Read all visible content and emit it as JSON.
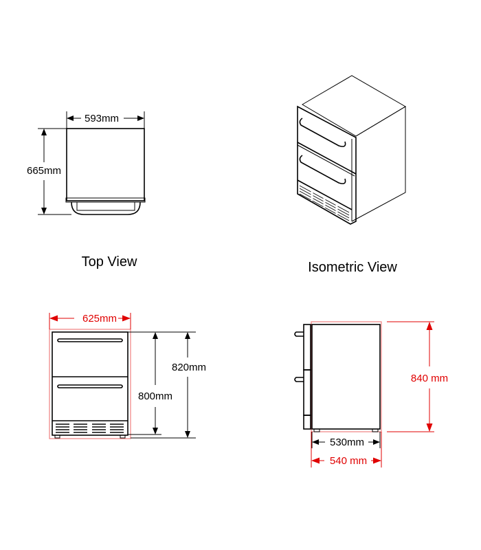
{
  "top_view": {
    "caption": "Top View",
    "width_label": "593mm",
    "depth_label": "665mm"
  },
  "isometric_view": {
    "caption": "Isometric View"
  },
  "front_view": {
    "width_label": "625mm",
    "height_inner_label": "800mm",
    "height_outer_label": "820mm"
  },
  "side_view": {
    "height_label": "840 mm",
    "depth_inner_label": "530mm",
    "depth_outer_label": "540 mm"
  },
  "colors": {
    "dimension_black": "#000000",
    "dimension_red": "#e00000"
  }
}
